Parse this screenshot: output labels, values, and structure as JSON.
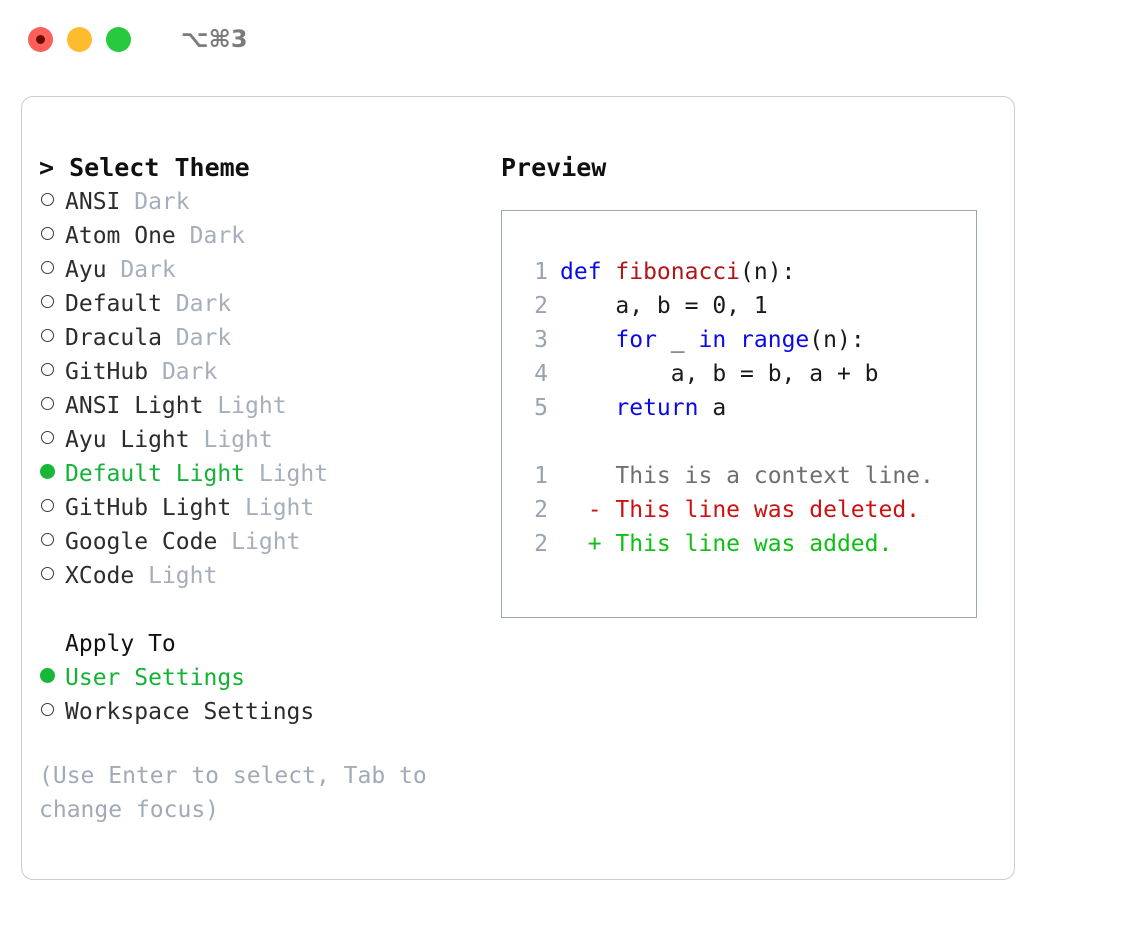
{
  "titlebar": {
    "shortcut": "⌥⌘3",
    "buttons": [
      "close",
      "minimize",
      "maximize"
    ]
  },
  "theme_picker": {
    "header": "> Select Theme",
    "options": [
      {
        "marker": "empty",
        "label": "ANSI",
        "tag": "Dark",
        "selected": false
      },
      {
        "marker": "empty",
        "label": "Atom One",
        "tag": "Dark",
        "selected": false
      },
      {
        "marker": "empty",
        "label": "Ayu",
        "tag": "Dark",
        "selected": false
      },
      {
        "marker": "empty",
        "label": "Default",
        "tag": "Dark",
        "selected": false
      },
      {
        "marker": "empty",
        "label": "Dracula",
        "tag": "Dark",
        "selected": false
      },
      {
        "marker": "empty",
        "label": "GitHub",
        "tag": "Dark",
        "selected": false
      },
      {
        "marker": "empty",
        "label": "ANSI Light",
        "tag": "Light",
        "selected": false
      },
      {
        "marker": "empty",
        "label": "Ayu Light",
        "tag": "Light",
        "selected": false
      },
      {
        "marker": "full",
        "label": "Default Light",
        "tag": "Light",
        "selected": true
      },
      {
        "marker": "empty",
        "label": "GitHub Light",
        "tag": "Light",
        "selected": false
      },
      {
        "marker": "empty",
        "label": "Google Code",
        "tag": "Light",
        "selected": false
      },
      {
        "marker": "empty",
        "label": "XCode",
        "tag": "Light",
        "selected": false
      }
    ]
  },
  "apply_to": {
    "title": "Apply To",
    "options": [
      {
        "marker": "full",
        "label": "User Settings",
        "selected": true
      },
      {
        "marker": "empty",
        "label": "Workspace Settings",
        "selected": false
      }
    ]
  },
  "hint": "(Use Enter to select, Tab to change focus)",
  "preview": {
    "title": "Preview",
    "code_lines": [
      {
        "number": "1",
        "tokens": [
          {
            "text": "def ",
            "kind": "kw"
          },
          {
            "text": "fibonacci",
            "kind": "fn"
          },
          {
            "text": "(n):",
            "kind": "pl"
          }
        ]
      },
      {
        "number": "2",
        "tokens": [
          {
            "text": "    a, b = 0, 1",
            "kind": "pl"
          }
        ]
      },
      {
        "number": "3",
        "tokens": [
          {
            "text": "    ",
            "kind": "pl"
          },
          {
            "text": "for",
            "kind": "kw"
          },
          {
            "text": " _ ",
            "kind": "pl"
          },
          {
            "text": "in",
            "kind": "kw"
          },
          {
            "text": " ",
            "kind": "pl"
          },
          {
            "text": "range",
            "kind": "kw"
          },
          {
            "text": "(n):",
            "kind": "pl"
          }
        ]
      },
      {
        "number": "4",
        "tokens": [
          {
            "text": "        a, b = b, a + b",
            "kind": "pl"
          }
        ]
      },
      {
        "number": "5",
        "tokens": [
          {
            "text": "    ",
            "kind": "pl"
          },
          {
            "text": "return",
            "kind": "kw"
          },
          {
            "text": " a",
            "kind": "pl"
          }
        ]
      }
    ],
    "diff_lines": [
      {
        "number": "1",
        "sign": " ",
        "text": " This is a context line.",
        "kind": "ctx"
      },
      {
        "number": "2",
        "sign": "-",
        "text": " This line was deleted.",
        "kind": "del"
      },
      {
        "number": "2",
        "sign": "+",
        "text": " This line was added.",
        "kind": "add"
      }
    ]
  },
  "colors": {
    "selected_green": "#14b235",
    "keyword_blue": "#0a0ae8",
    "function_red": "#b01616",
    "diff_add_green": "#0fbf16",
    "diff_del_red": "#cc1111",
    "muted_gray": "#a5aeba",
    "panel_border": "#c9ccd2",
    "preview_border": "#9aa5b4",
    "traffic_red": "#fc6058",
    "traffic_amber": "#fdbc2d",
    "traffic_green": "#28c83f"
  }
}
